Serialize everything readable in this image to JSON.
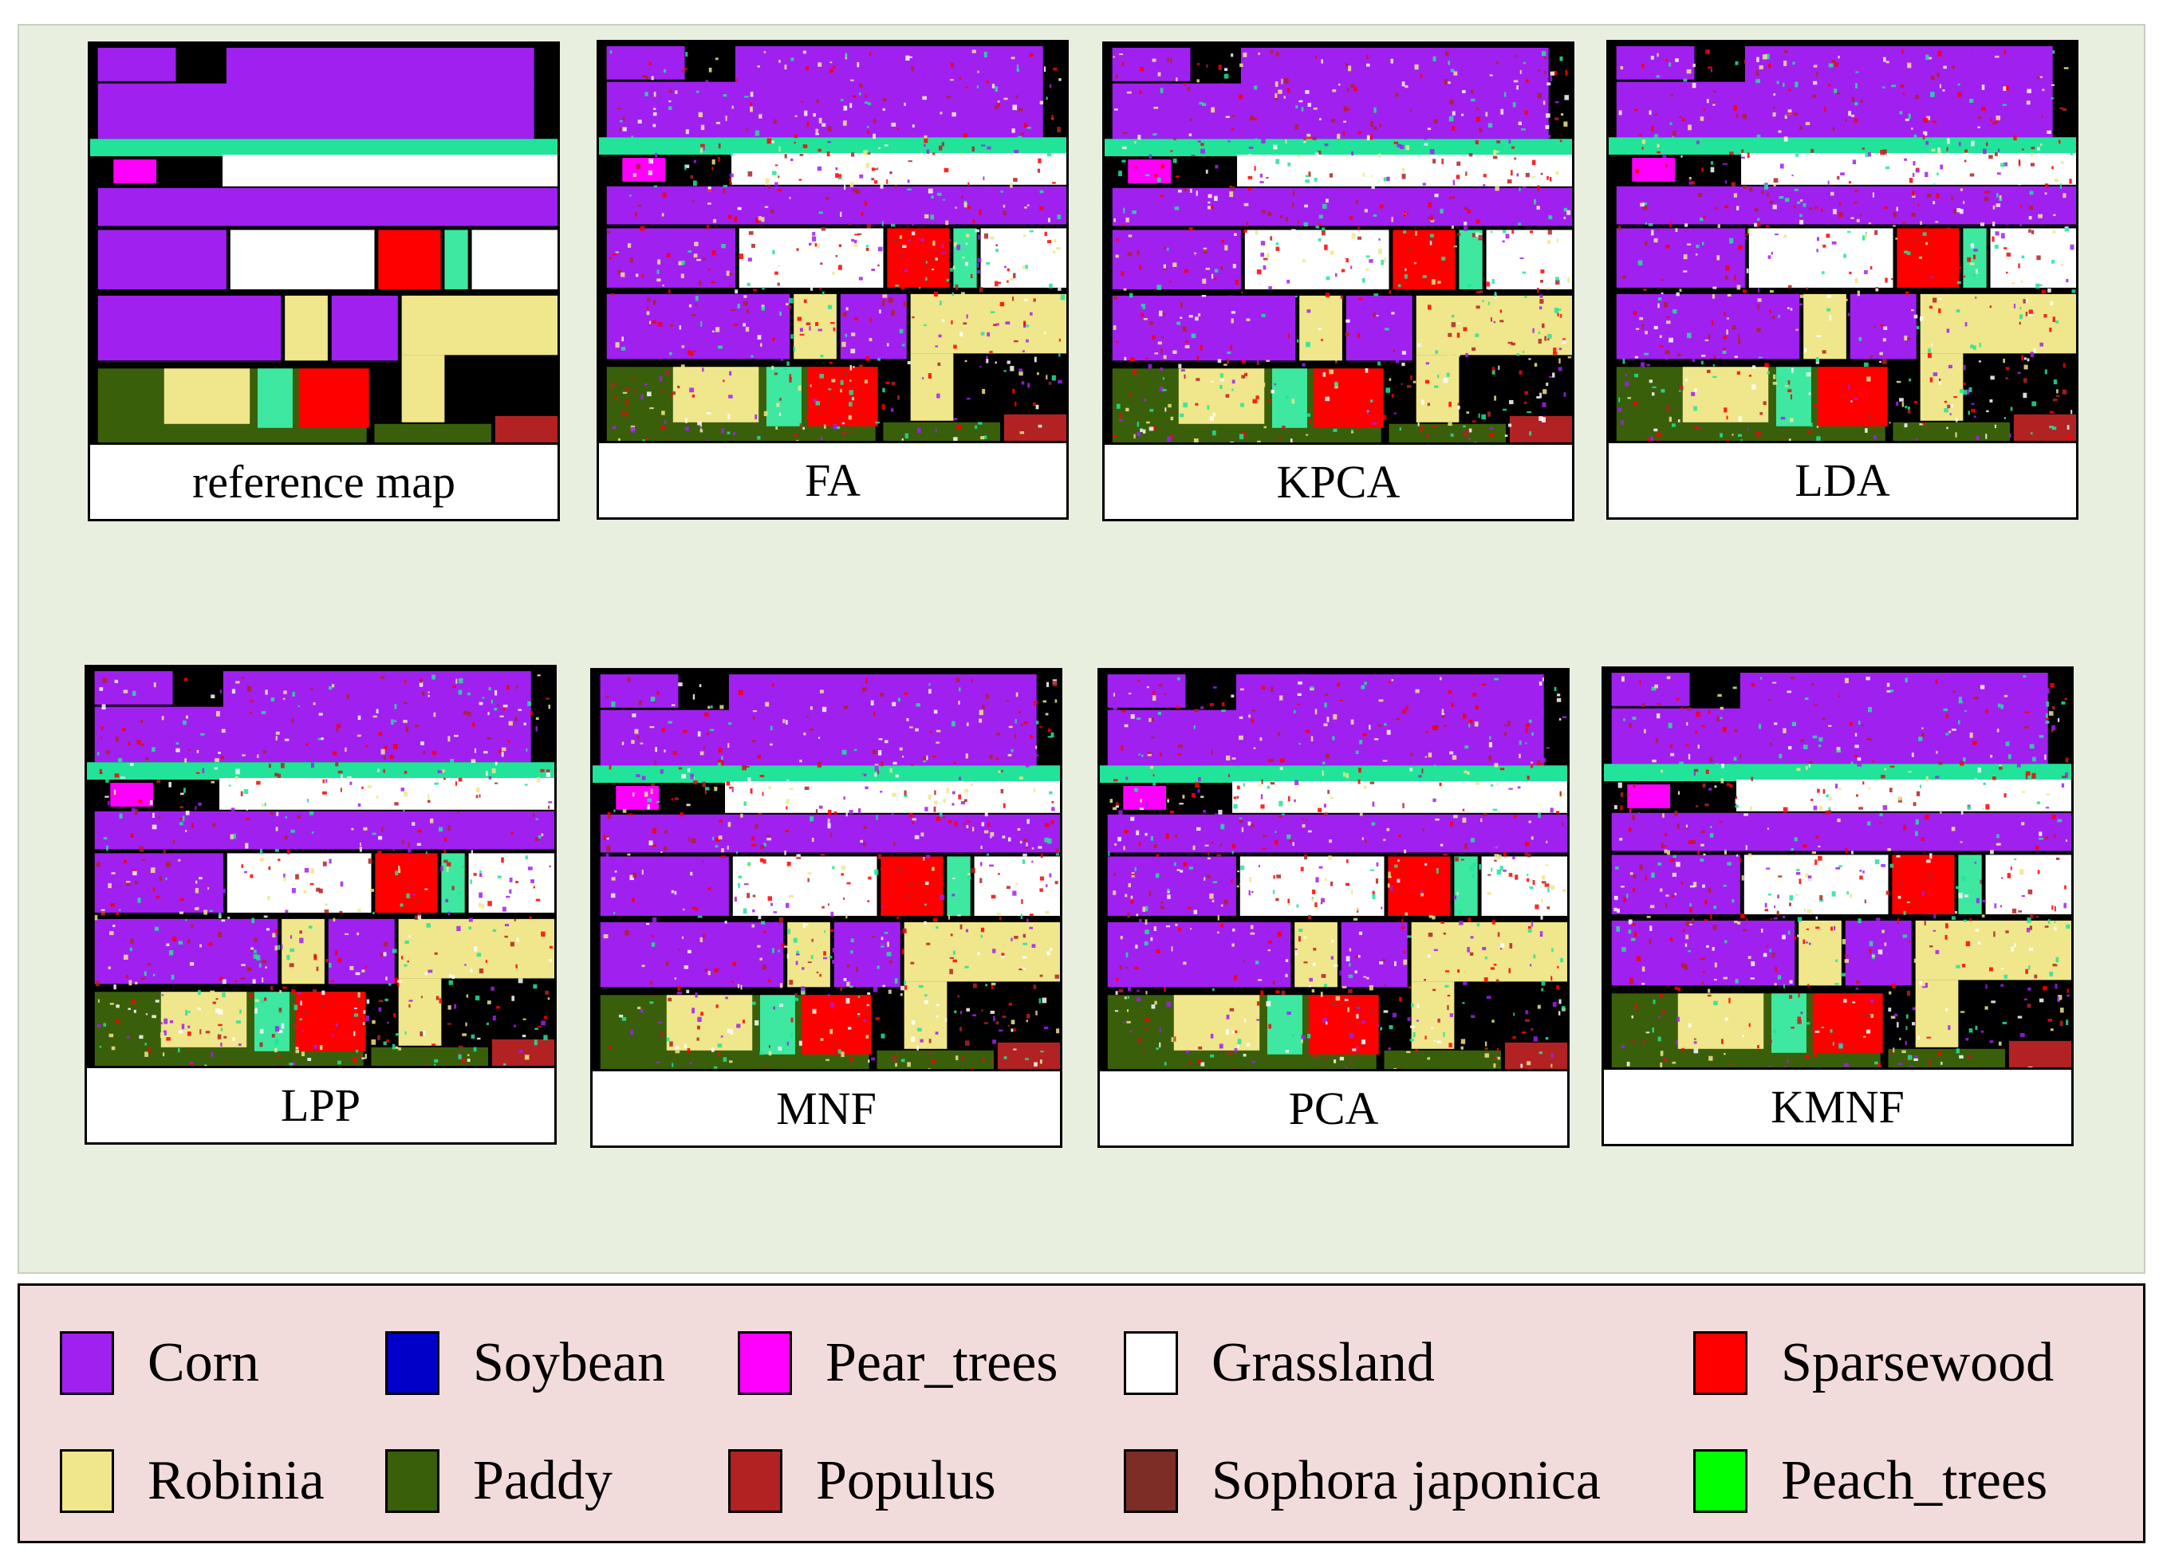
{
  "panels": [
    {
      "label": "reference map",
      "variant": "reference"
    },
    {
      "label": "FA",
      "variant": "classified"
    },
    {
      "label": "KPCA",
      "variant": "classified"
    },
    {
      "label": "LDA",
      "variant": "classified"
    },
    {
      "label": "LPP",
      "variant": "classified"
    },
    {
      "label": "MNF",
      "variant": "classified"
    },
    {
      "label": "PCA",
      "variant": "classified"
    },
    {
      "label": "KMNF",
      "variant": "classified"
    }
  ],
  "legend": [
    {
      "label": "Corn",
      "color": "#a020f0"
    },
    {
      "label": "Soybean",
      "color": "#0000c8"
    },
    {
      "label": "Pear_trees",
      "color": "#ff00ff"
    },
    {
      "label": "Grassland",
      "color": "#ffffff"
    },
    {
      "label": "Sparsewood",
      "color": "#ff0000"
    },
    {
      "label": "Robinia",
      "color": "#f0e68c"
    },
    {
      "label": "Paddy",
      "color": "#3a5f0b"
    },
    {
      "label": "Populus",
      "color": "#b22222"
    },
    {
      "label": "Sophora japonica",
      "color": "#7b2d26"
    },
    {
      "label": "Peach_trees",
      "color": "#00ff00"
    }
  ],
  "colors": {
    "stripe": "#22e39a",
    "peach_block": "#3ee8a0",
    "background": "#000000"
  }
}
